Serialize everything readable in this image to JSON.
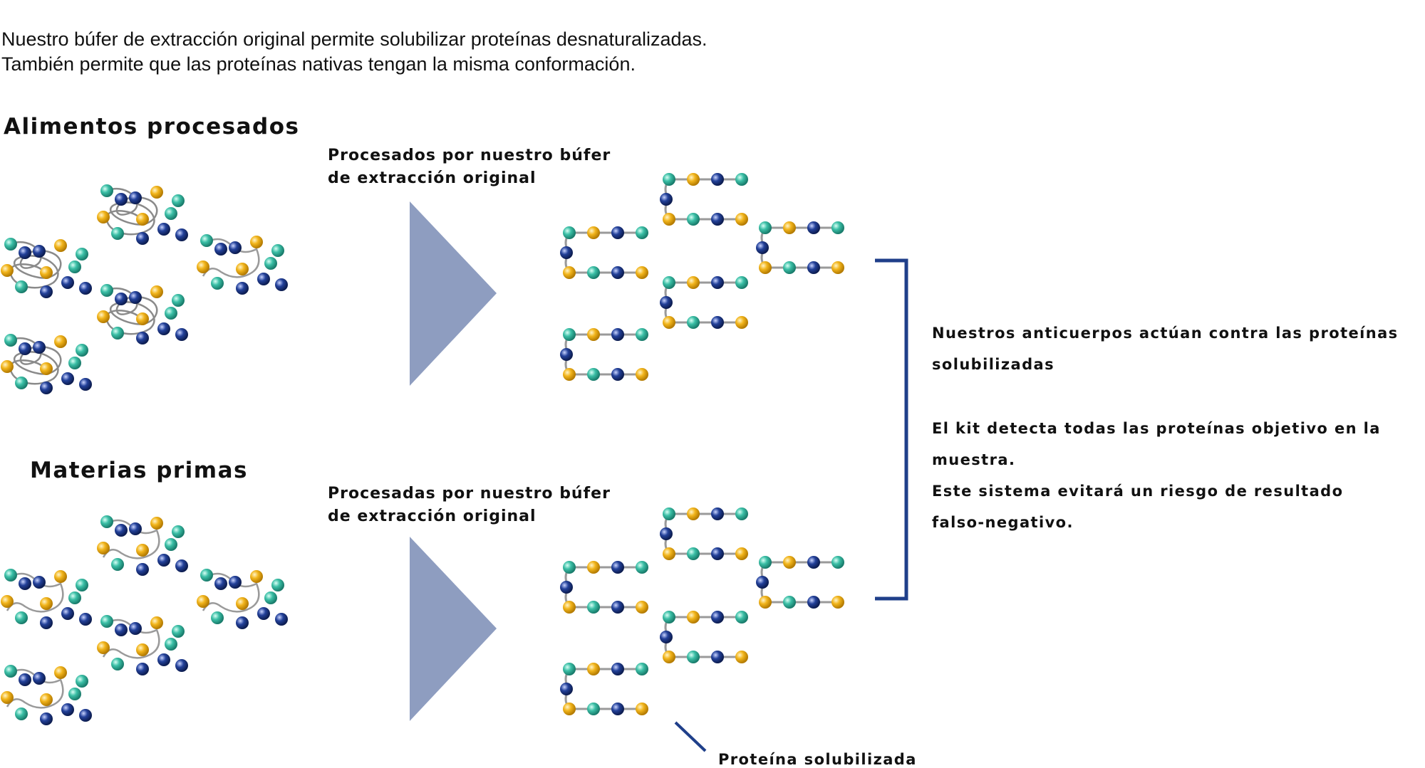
{
  "intro": {
    "line1": "Nuestro búfer de extracción original permite solubilizar proteínas desnaturalizadas.",
    "line2": "También permite que las proteínas nativas tengan la misma conformación."
  },
  "sections": {
    "processed_title": "Alimentos procesados",
    "raw_title": "Materias primas"
  },
  "arrows": {
    "top_line1": "Procesados por nuestro búfer",
    "top_line2": "de extracción original",
    "bottom_line1": "Procesadas por nuestro búfer",
    "bottom_line2": "de extracción original"
  },
  "notes": {
    "line1": "Nuestros anticuerpos actúan contra las proteínas",
    "line2": "solubilizadas",
    "line3": "El kit detecta todas las proteínas objetivo en la",
    "line4": "muestra.",
    "line5": "Este sistema evitará un riesgo de resultado",
    "line6": "falso-negativo."
  },
  "callout": "Proteína solubilizada",
  "colors": {
    "teal_bead": "#3bbfa6",
    "navy_bead": "#1f3a8a",
    "yellow_bead": "#f2b51c",
    "arrow_fill": "#8e9dc0",
    "bracket": "#1f3f8a"
  }
}
